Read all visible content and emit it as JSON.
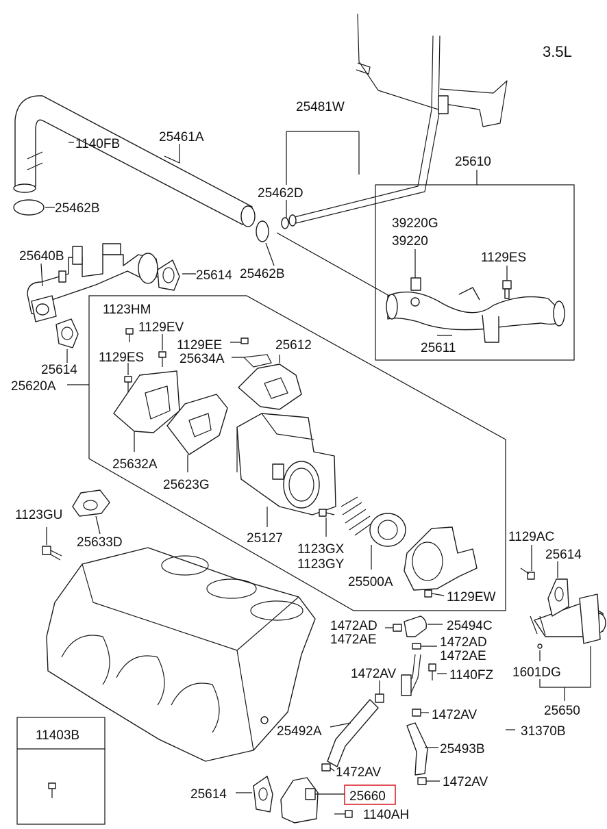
{
  "engine": "3.5L",
  "legend_box": {
    "part": "11403B"
  },
  "highlight_part": "25660",
  "labels": {
    "p25481W": "25481W",
    "p25461A": "25461A",
    "p1140FB": "1140FB",
    "p25462B_top": "25462B",
    "p25462D": "25462D",
    "p25462B_mid": "25462B",
    "p25610": "25610",
    "p39220G": "39220G",
    "p39220": "39220",
    "p1129ES_right": "1129ES",
    "p25611": "25611",
    "p25640B": "25640B",
    "p25614_a": "25614",
    "p25614_b": "25614",
    "p25620A": "25620A",
    "p1123HM": "1123HM",
    "p1129EV": "1129EV",
    "p1129EE": "1129EE",
    "p25634A": "25634A",
    "p25612": "25612",
    "p1129ES_left": "1129ES",
    "p25632A": "25632A",
    "p25623G": "25623G",
    "p1123GU": "1123GU",
    "p25633D": "25633D",
    "p25127": "25127",
    "p1123GX": "1123GX",
    "p1123GY": "1123GY",
    "p25500A": "25500A",
    "p1129EW": "1129EW",
    "p1129AC": "1129AC",
    "p25614_c": "25614",
    "p1601DG": "1601DG",
    "p25650": "25650",
    "p1472AD_a": "1472AD",
    "p1472AE_a": "1472AE",
    "p25494C": "25494C",
    "p1472AD_b": "1472AD",
    "p1472AE_b": "1472AE",
    "p1472AV_a": "1472AV",
    "p1140FZ": "1140FZ",
    "p1472AV_b": "1472AV",
    "p25492A": "25492A",
    "p31370B": "31370B",
    "p25493B": "25493B",
    "p1472AV_c": "1472AV",
    "p1472AV_d": "1472AV",
    "p25614_d": "25614",
    "p25660": "25660",
    "p1140AH": "1140AH"
  }
}
